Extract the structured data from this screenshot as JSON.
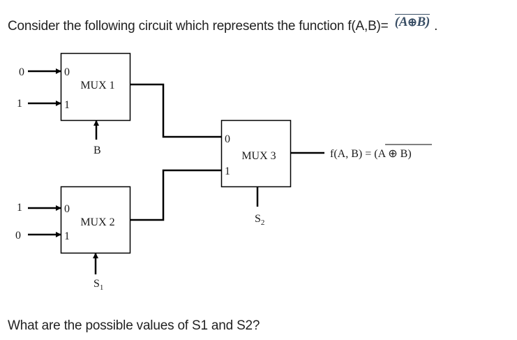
{
  "intro": {
    "text": "Consider the following circuit which represents the function f(A,B)=",
    "formula_left": "(A",
    "formula_op": "⊕",
    "formula_right": "B)",
    "trailing": "."
  },
  "question": "What are the possible values of S1 and S2?",
  "colors": {
    "text": "#222222",
    "formula": "#3a4f66",
    "wire": "#000000"
  },
  "circuit": {
    "mux1": {
      "label": "MUX 1",
      "port0": "0",
      "port1": "1",
      "input0_value": "0",
      "input1_value": "1",
      "select": "B"
    },
    "mux2": {
      "label": "MUX 2",
      "port0": "0",
      "port1": "1",
      "input0_value": "1",
      "input1_value": "0",
      "select_base": "S",
      "select_sub": "1"
    },
    "mux3": {
      "label": "MUX 3",
      "port0": "0",
      "port1": "1",
      "select_base": "S",
      "select_sub": "2"
    },
    "output": {
      "prefix": "f(A, B) = ",
      "expr": "(A ⊕ B)"
    }
  }
}
